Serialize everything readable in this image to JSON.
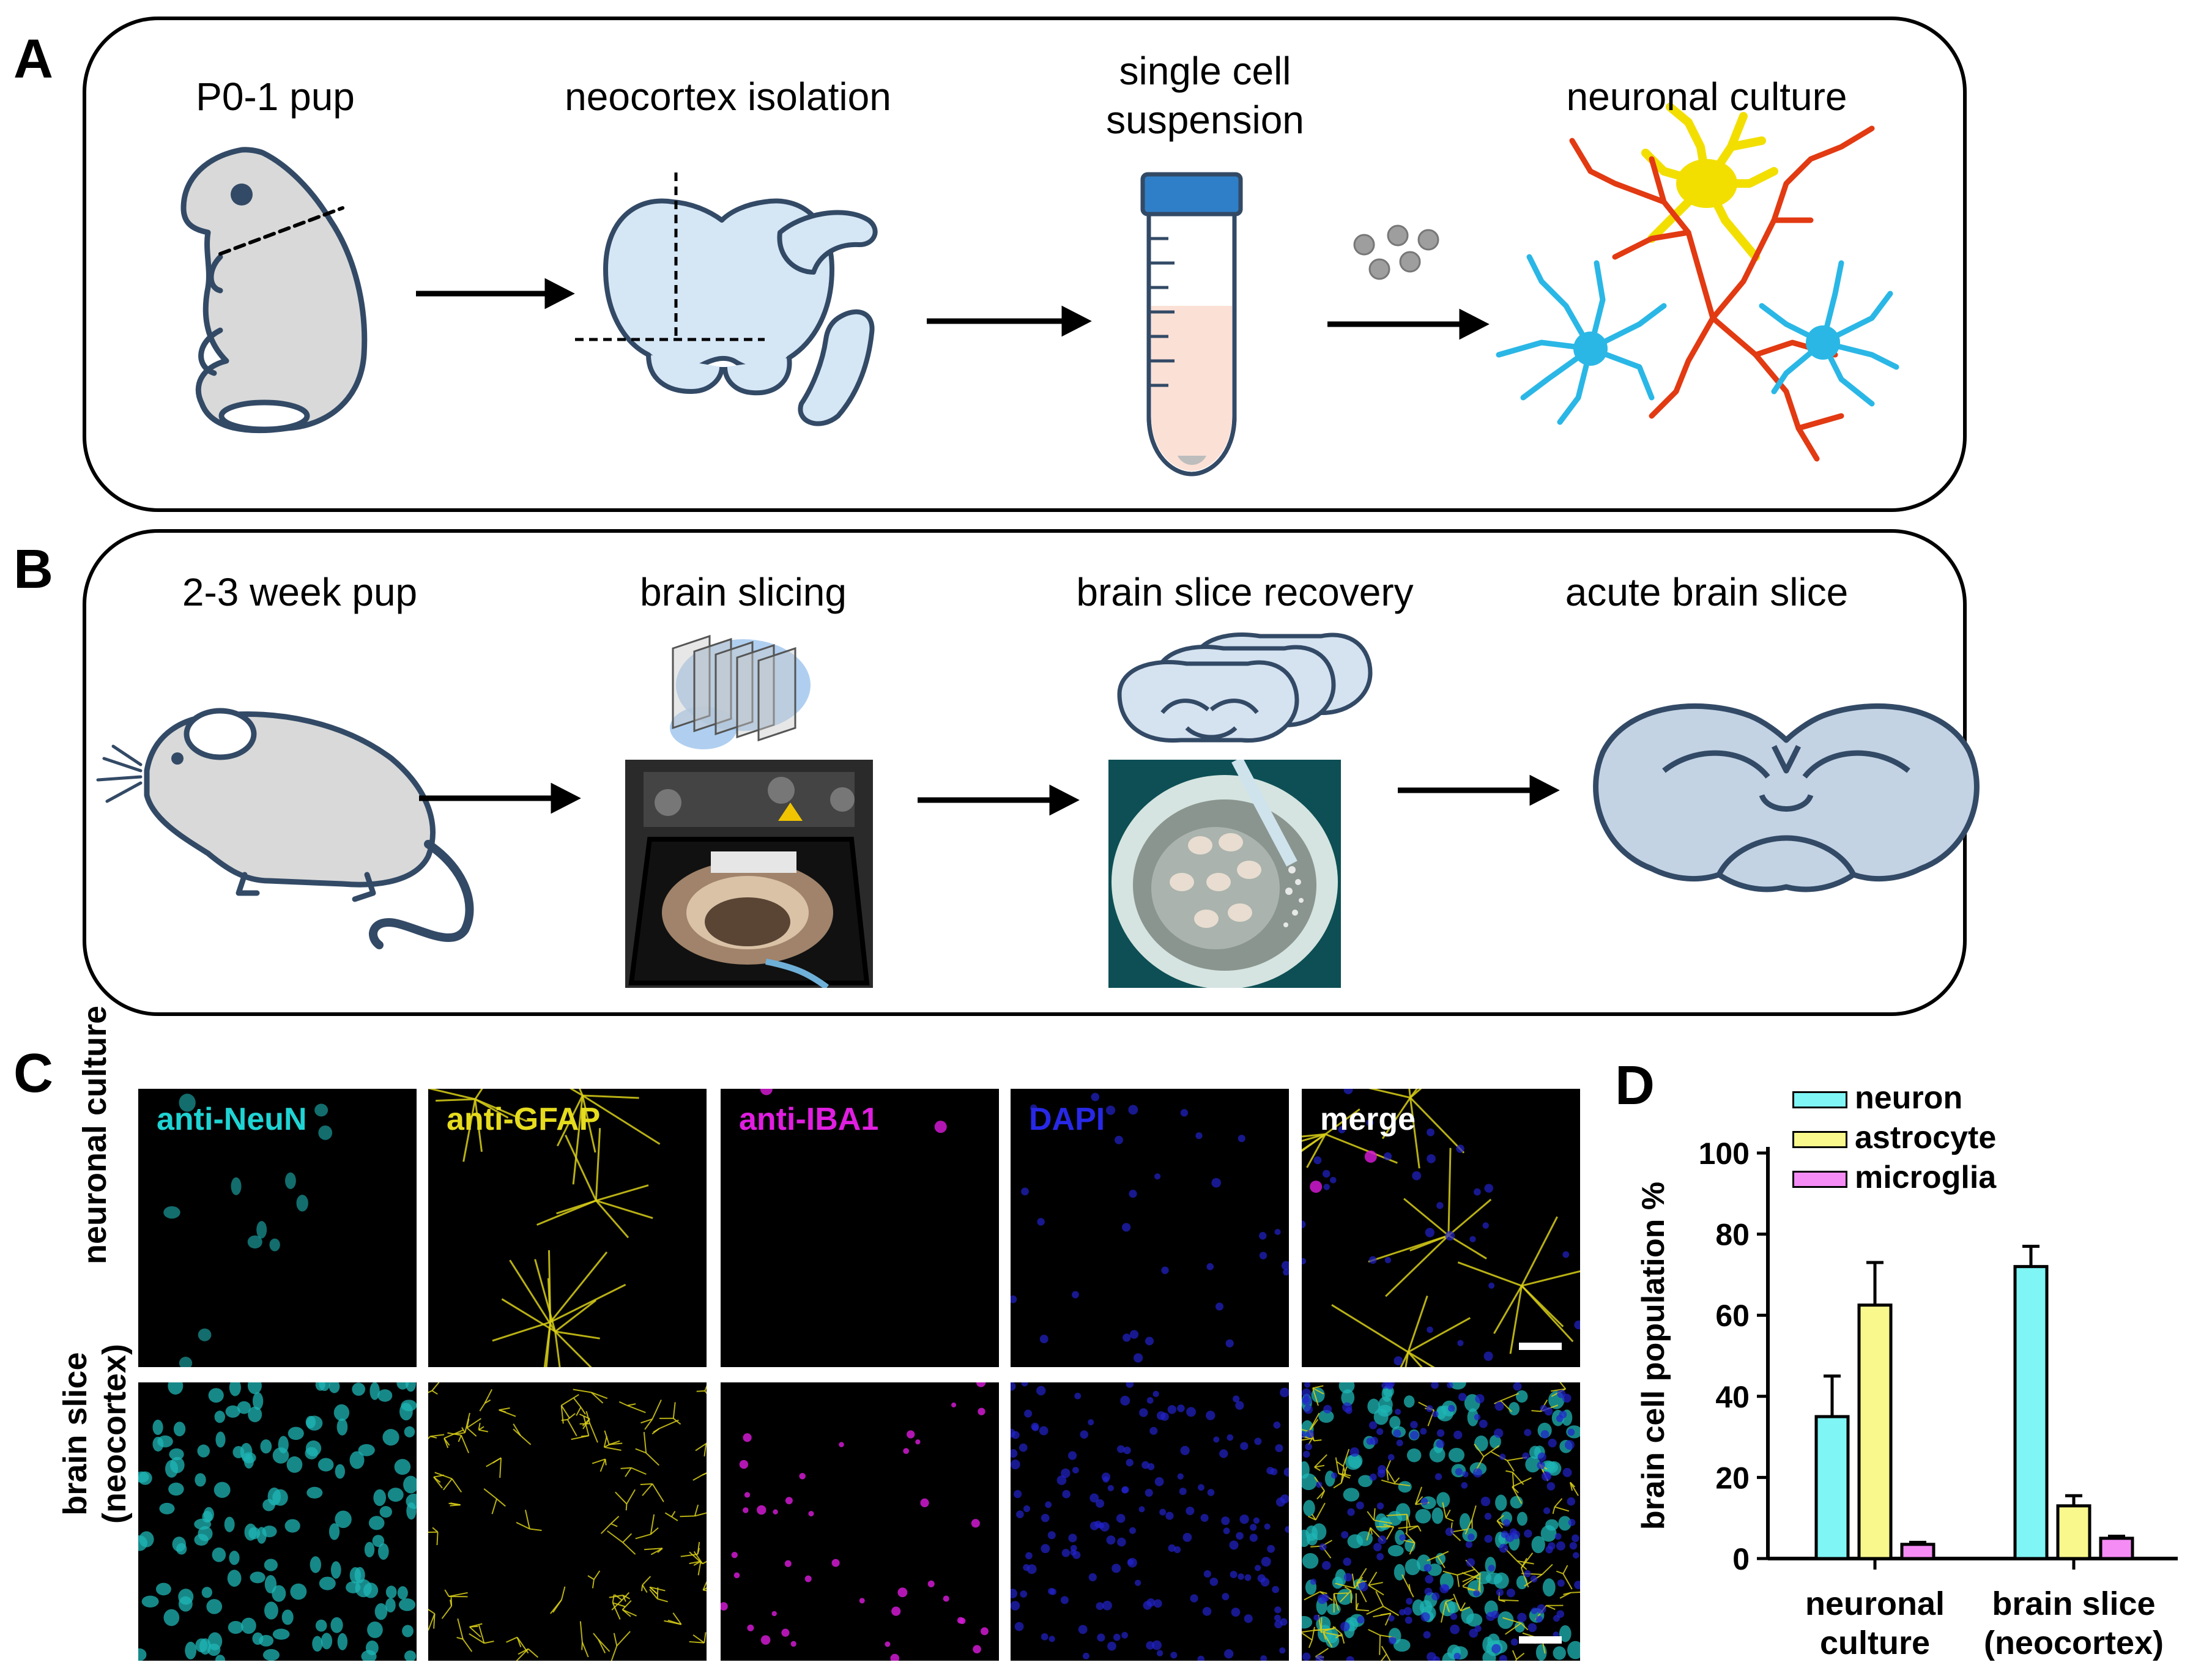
{
  "panels": {
    "A": {
      "letter": "A",
      "steps": [
        "P0-1 pup",
        "neocortex isolation",
        "single cell\nsuspension",
        "neuronal culture"
      ]
    },
    "B": {
      "letter": "B",
      "steps": [
        "2-3 week pup",
        "brain slicing",
        "brain slice recovery",
        "acute brain slice"
      ]
    },
    "C": {
      "letter": "C",
      "channels": [
        {
          "label": "anti-NeuN",
          "color": "#1fd3d3"
        },
        {
          "label": "anti-GFAP",
          "color": "#e6dc1e"
        },
        {
          "label": "anti-IBA1",
          "color": "#e01ee0"
        },
        {
          "label": "DAPI",
          "color": "#2828e6"
        },
        {
          "label": "merge",
          "color": "#ffffff"
        }
      ],
      "rows": [
        "neuronal culture",
        "brain slice\n(neocortex)"
      ]
    },
    "D": {
      "letter": "D"
    }
  },
  "chart_data": {
    "type": "bar",
    "categories": [
      "neuronal\nculture",
      "brain slice\n(neocortex)"
    ],
    "series": [
      {
        "name": "neuron",
        "values": [
          35,
          72
        ],
        "errors": [
          10,
          5
        ],
        "color": "#7ff5f5"
      },
      {
        "name": "astrocyte",
        "values": [
          62.5,
          13
        ],
        "errors": [
          10.5,
          2.5
        ],
        "color": "#f8f88c"
      },
      {
        "name": "microglia",
        "values": [
          3.5,
          5
        ],
        "errors": [
          0.5,
          0.5
        ],
        "color": "#f58cf5"
      }
    ],
    "ylabel": "brain cell population %",
    "xlabel": "",
    "ylim": [
      0,
      100
    ],
    "yticks": [
      "0",
      "20",
      "40",
      "60",
      "80",
      "100"
    ],
    "legend": "top-left",
    "grid": false
  }
}
